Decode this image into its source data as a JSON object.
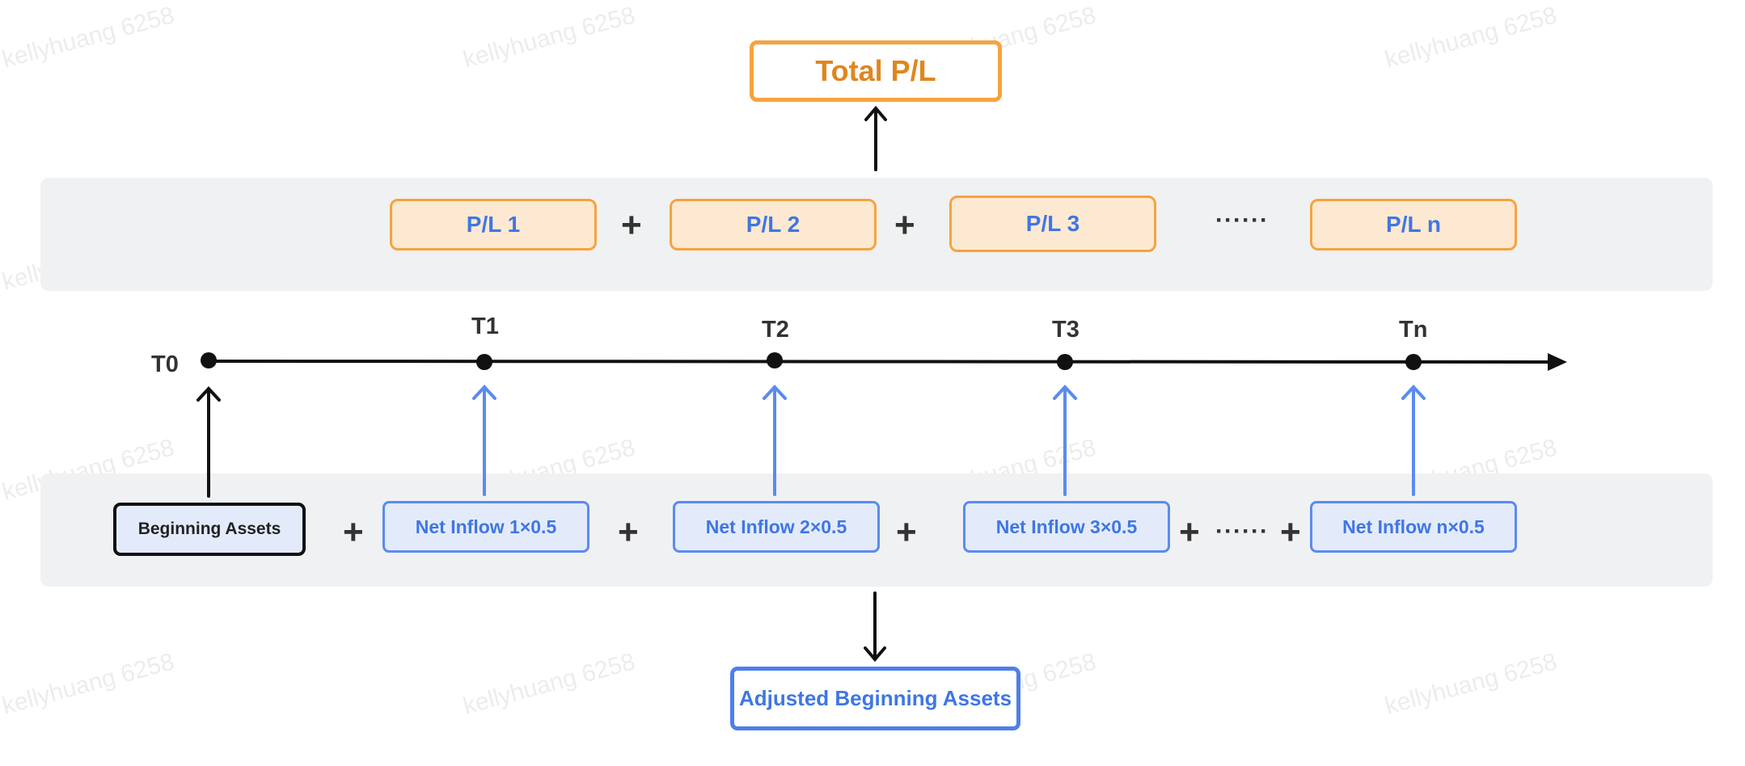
{
  "watermark": "kellyhuang 6258",
  "top_box": "Total P/L",
  "bottom_box": "Adjusted Beginning Assets",
  "pl_boxes": [
    "P/L 1",
    "P/L 2",
    "P/L 3",
    "P/L n"
  ],
  "ellipsis": "······",
  "plus": "+",
  "timeline_labels": [
    "T0",
    "T1",
    "T2",
    "T3",
    "Tn"
  ],
  "beginning_assets": "Beginning Assets",
  "inflow_boxes": [
    "Net Inflow 1×0.5",
    "Net Inflow 2×0.5",
    "Net Inflow 3×0.5",
    "Net Inflow n×0.5"
  ],
  "colors": {
    "orange": "#f6a33e",
    "blue": "#4d7fea",
    "panel": "#f0f1f3",
    "black": "#111111"
  }
}
